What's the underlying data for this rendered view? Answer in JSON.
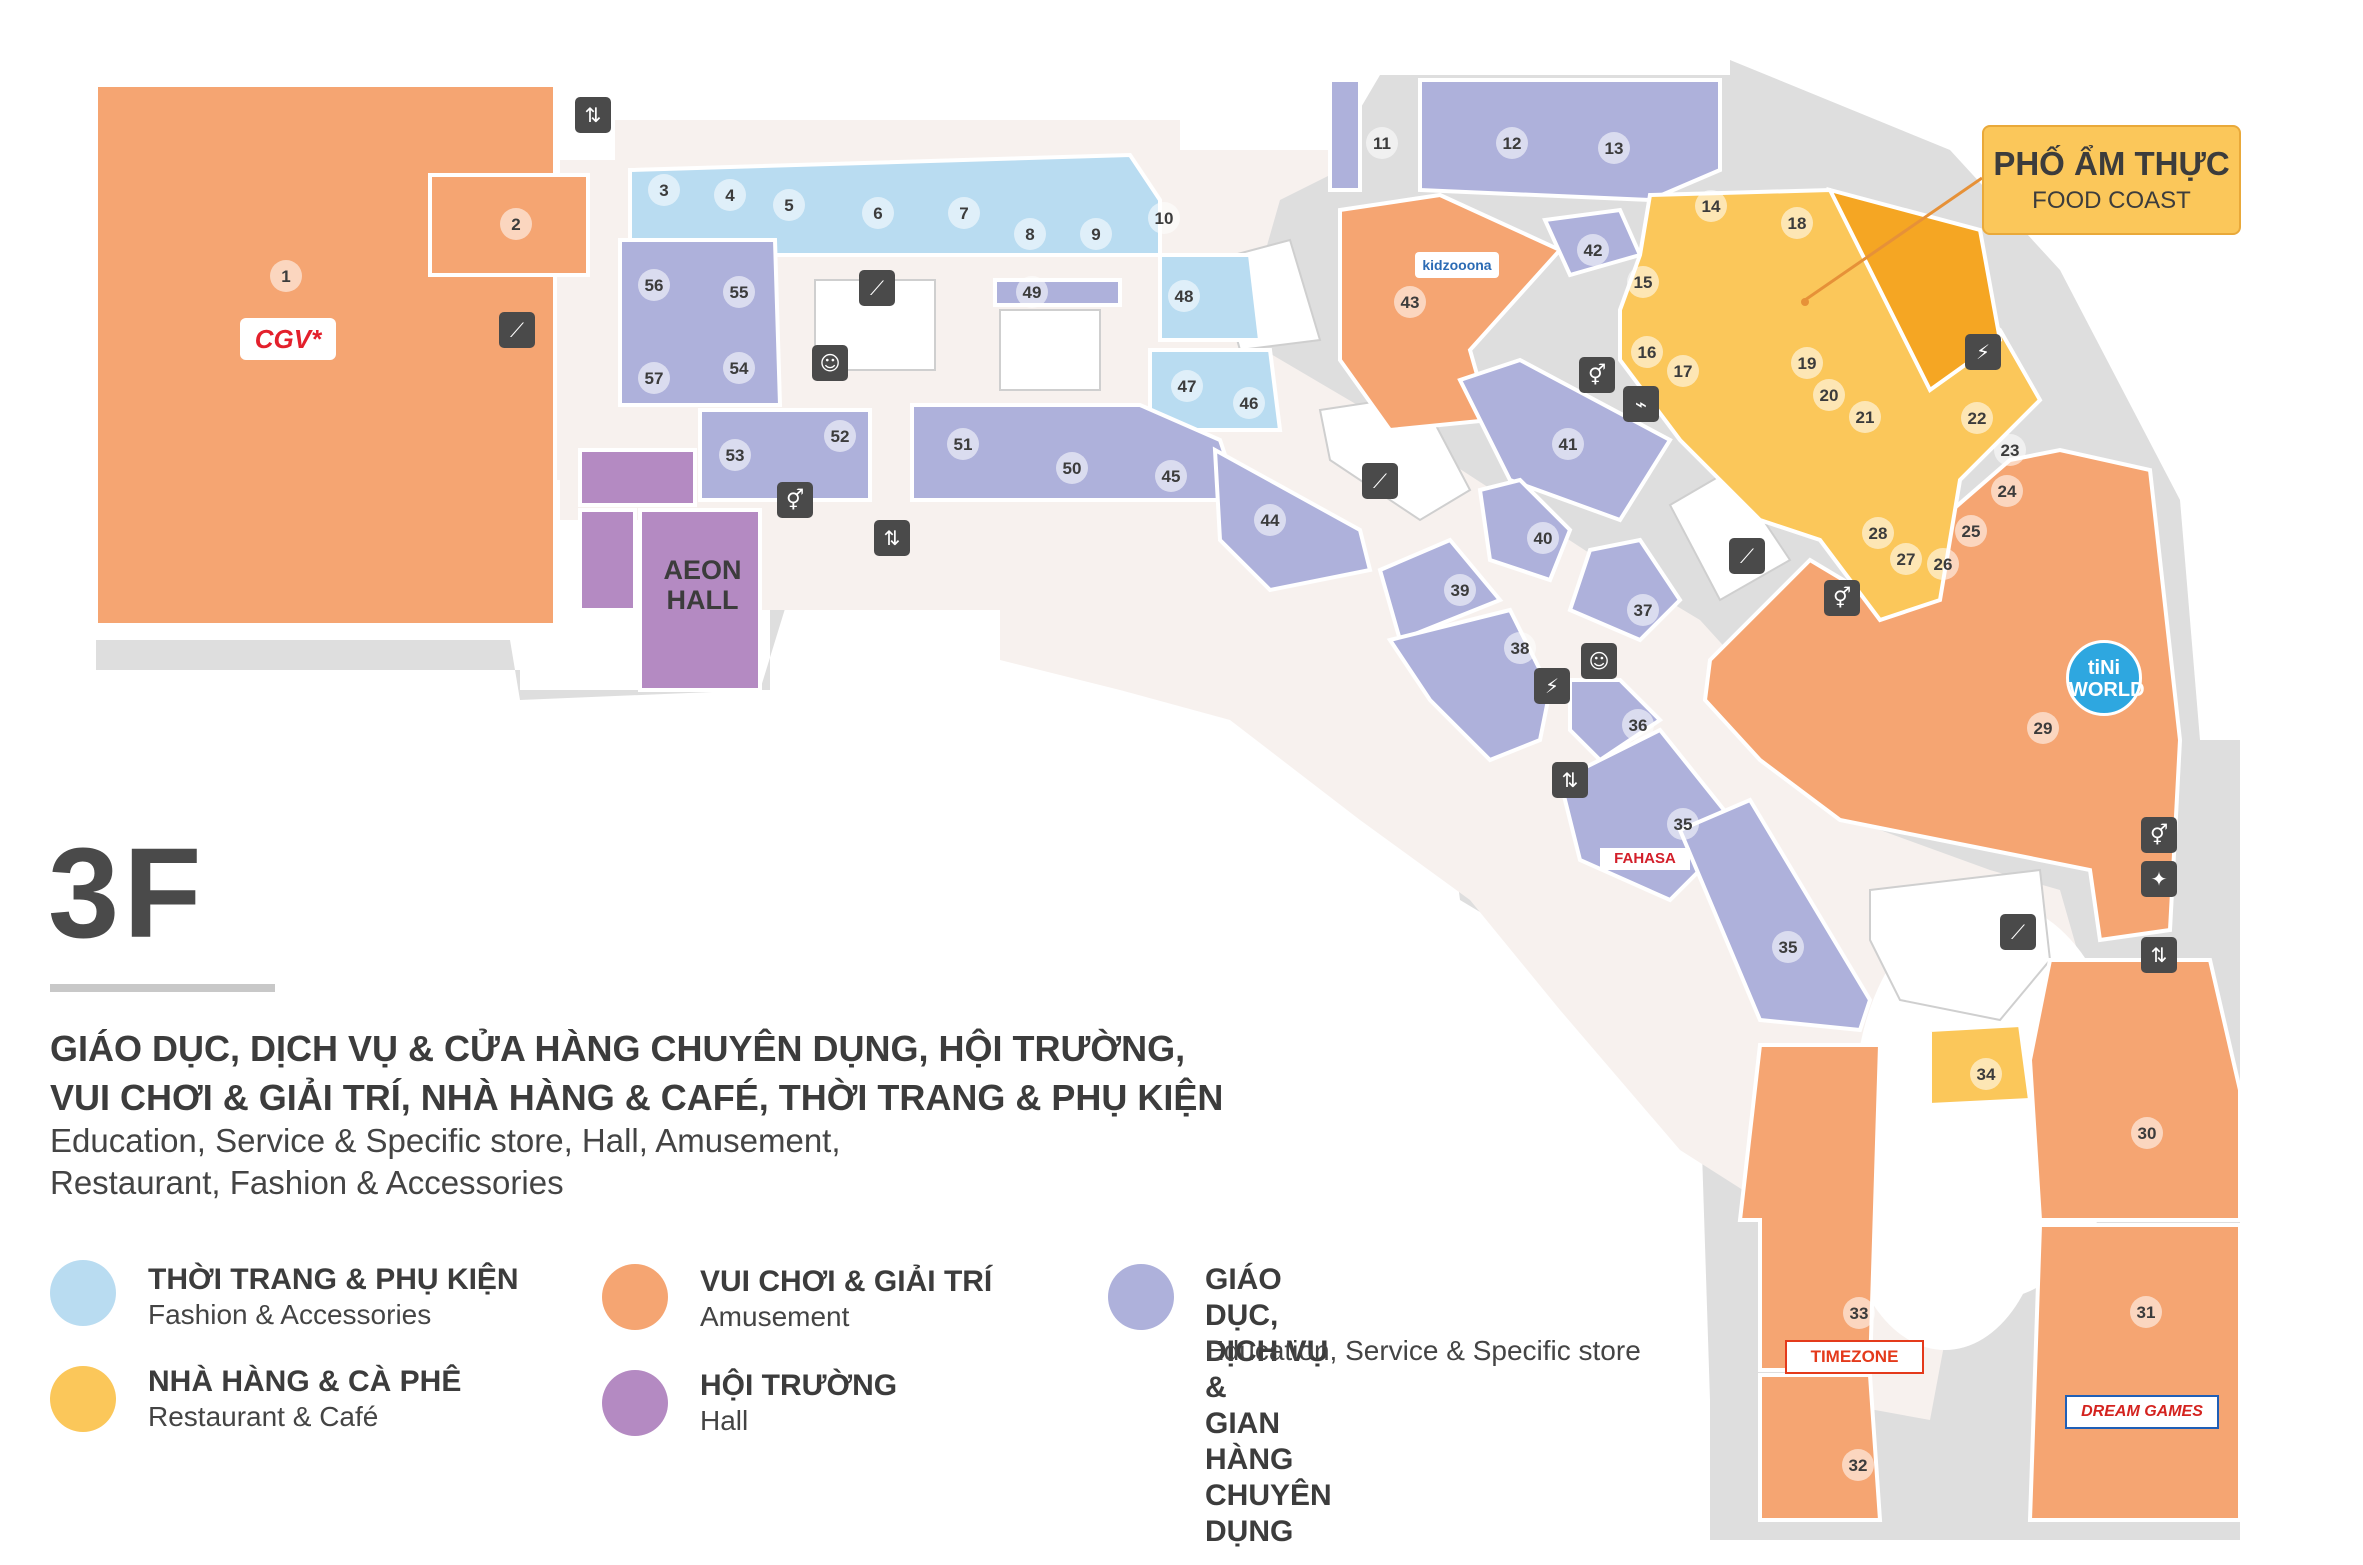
{
  "floor": {
    "label": "3F",
    "categories_vi": "GIÁO DỤC, DỊCH VỤ & CỬA HÀNG CHUYÊN DỤNG, HỘI TRƯỜNG,\nVUI CHƠI & GIẢI TRÍ, NHÀ HÀNG & CAFÉ, THỜI TRANG & PHỤ KIỆN",
    "categories_en": "Education, Service & Specific store, Hall, Amusement,\nRestaurant, Fashion & Accessories"
  },
  "colors": {
    "fashion": "#b9dcf1",
    "amusement": "#f5a572",
    "restaurant": "#fbc75a",
    "restaurant_dark": "#f5a623",
    "hall": "#b48ac2",
    "education": "#aeb1db",
    "corridor": "#f7f1ee",
    "service": "#dedede",
    "badge_text": "#3c3c3c",
    "icon_bg": "#4a4a4a"
  },
  "legend": [
    {
      "id": "fashion",
      "vi": "THỜI TRANG & PHỤ KIỆN",
      "en": "Fashion & Accessories",
      "color": "#b9dcf1"
    },
    {
      "id": "amusement",
      "vi": "VUI CHƠI & GIẢI TRÍ",
      "en": "Amusement",
      "color": "#f5a572"
    },
    {
      "id": "education",
      "vi": "GIÁO DỤC, DỊCH VỤ &\nGIAN HÀNG CHUYÊN DỤNG",
      "en": "Education, Service & Specific store",
      "color": "#aeb1db"
    },
    {
      "id": "restaurant",
      "vi": "NHÀ HÀNG & CÀ PHÊ",
      "en": "Restaurant & Café",
      "color": "#fbc75a"
    },
    {
      "id": "hall",
      "vi": "HỘI TRƯỜNG",
      "en": "Hall",
      "color": "#b48ac2"
    }
  ],
  "food_coast": {
    "vi": "PHỐ ẨM THỰC",
    "en": "FOOD COAST"
  },
  "aeon_hall": {
    "label": "AEON\nHALL"
  },
  "brands": {
    "cgv": "CGV*",
    "kidzooona": "kidzooona",
    "fahasa": "FAHASA",
    "tini": "tiNi WORLD",
    "timezone": "TIMEZONE",
    "dream_games": "DREAM GAMES"
  },
  "stores": [
    "1",
    "2",
    "3",
    "4",
    "5",
    "6",
    "7",
    "8",
    "9",
    "10",
    "11",
    "12",
    "13",
    "14",
    "15",
    "16",
    "17",
    "18",
    "19",
    "20",
    "21",
    "22",
    "23",
    "24",
    "25",
    "26",
    "27",
    "28",
    "29",
    "30",
    "31",
    "32",
    "33",
    "34",
    "35",
    "35",
    "36",
    "37",
    "38",
    "39",
    "40",
    "41",
    "42",
    "43",
    "44",
    "45",
    "46",
    "47",
    "48",
    "49",
    "50",
    "51",
    "52",
    "53",
    "54",
    "55",
    "56",
    "57"
  ],
  "facility_icons": [
    "elevator-icon",
    "escalator-icon",
    "restroom-icon",
    "baby-room-icon",
    "smoking-room-icon",
    "charging-station-icon",
    "prayer-room-icon"
  ]
}
